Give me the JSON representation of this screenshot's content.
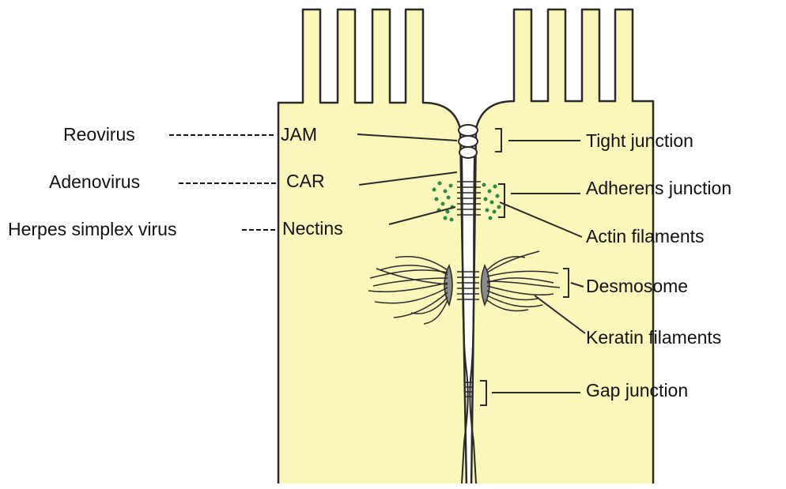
{
  "colors": {
    "cytoplasm": "#fbf6ba",
    "outline": "#2a2a2a",
    "actin_dots": "#2e8b45",
    "plaque": "#8a8a8a"
  },
  "receptors": {
    "jam": "JAM",
    "car": "CAR",
    "nectins": "Nectins"
  },
  "viruses": {
    "reovirus": "Reovirus",
    "adenovirus": "Adenovirus",
    "herpes": "Herpes simplex virus"
  },
  "structures": {
    "tight_junction": "Tight junction",
    "adherens_junction": "Adherens junction",
    "actin_filaments": "Actin filaments",
    "desmosome": "Desmosome",
    "keratin_filaments": "Keratin filaments",
    "gap_junction": "Gap junction"
  }
}
